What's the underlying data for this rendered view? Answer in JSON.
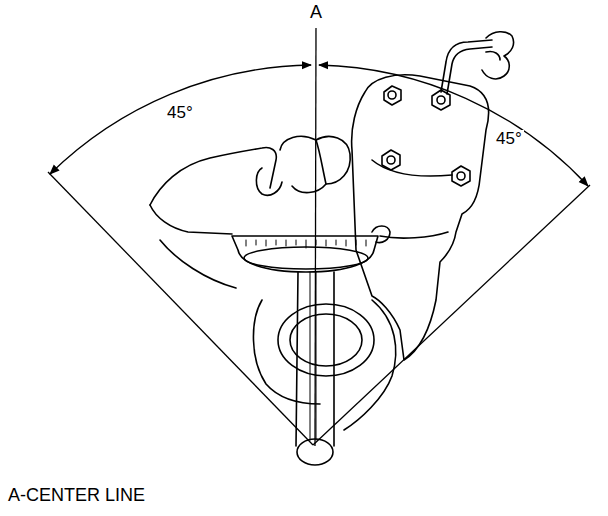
{
  "diagram": {
    "labels": [
      "A",
      "45°",
      "45°",
      "A-CENTER LINE"
    ]
  }
}
